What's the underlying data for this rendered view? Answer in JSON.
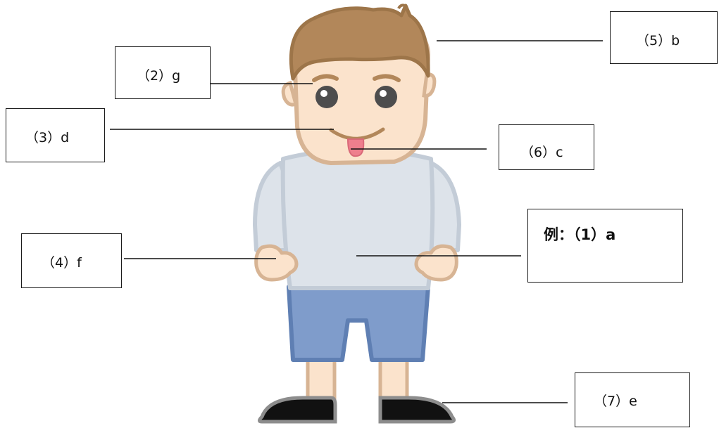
{
  "labels": {
    "example": "例：（1）a",
    "hair": "（5）b",
    "eyebrow": "（2）g",
    "mouth": "（3）d",
    "tongue": "（6）c",
    "hand": "（4）f",
    "shoe": "（7）e"
  },
  "colors": {
    "skin": "#fbe3cc",
    "outline": "#d7b494",
    "hair": "#b2875a",
    "hair_dark": "#9d7549",
    "shirt": "#dde3ea",
    "shirt_outline": "#c3ccd7",
    "shorts": "#7f9ccb",
    "shorts_outline": "#5f7fb3",
    "shoe": "#111111",
    "shoe_outline": "#8d8d8d",
    "tongue": "#ee7f8d",
    "eye": "#4d4d4d"
  }
}
